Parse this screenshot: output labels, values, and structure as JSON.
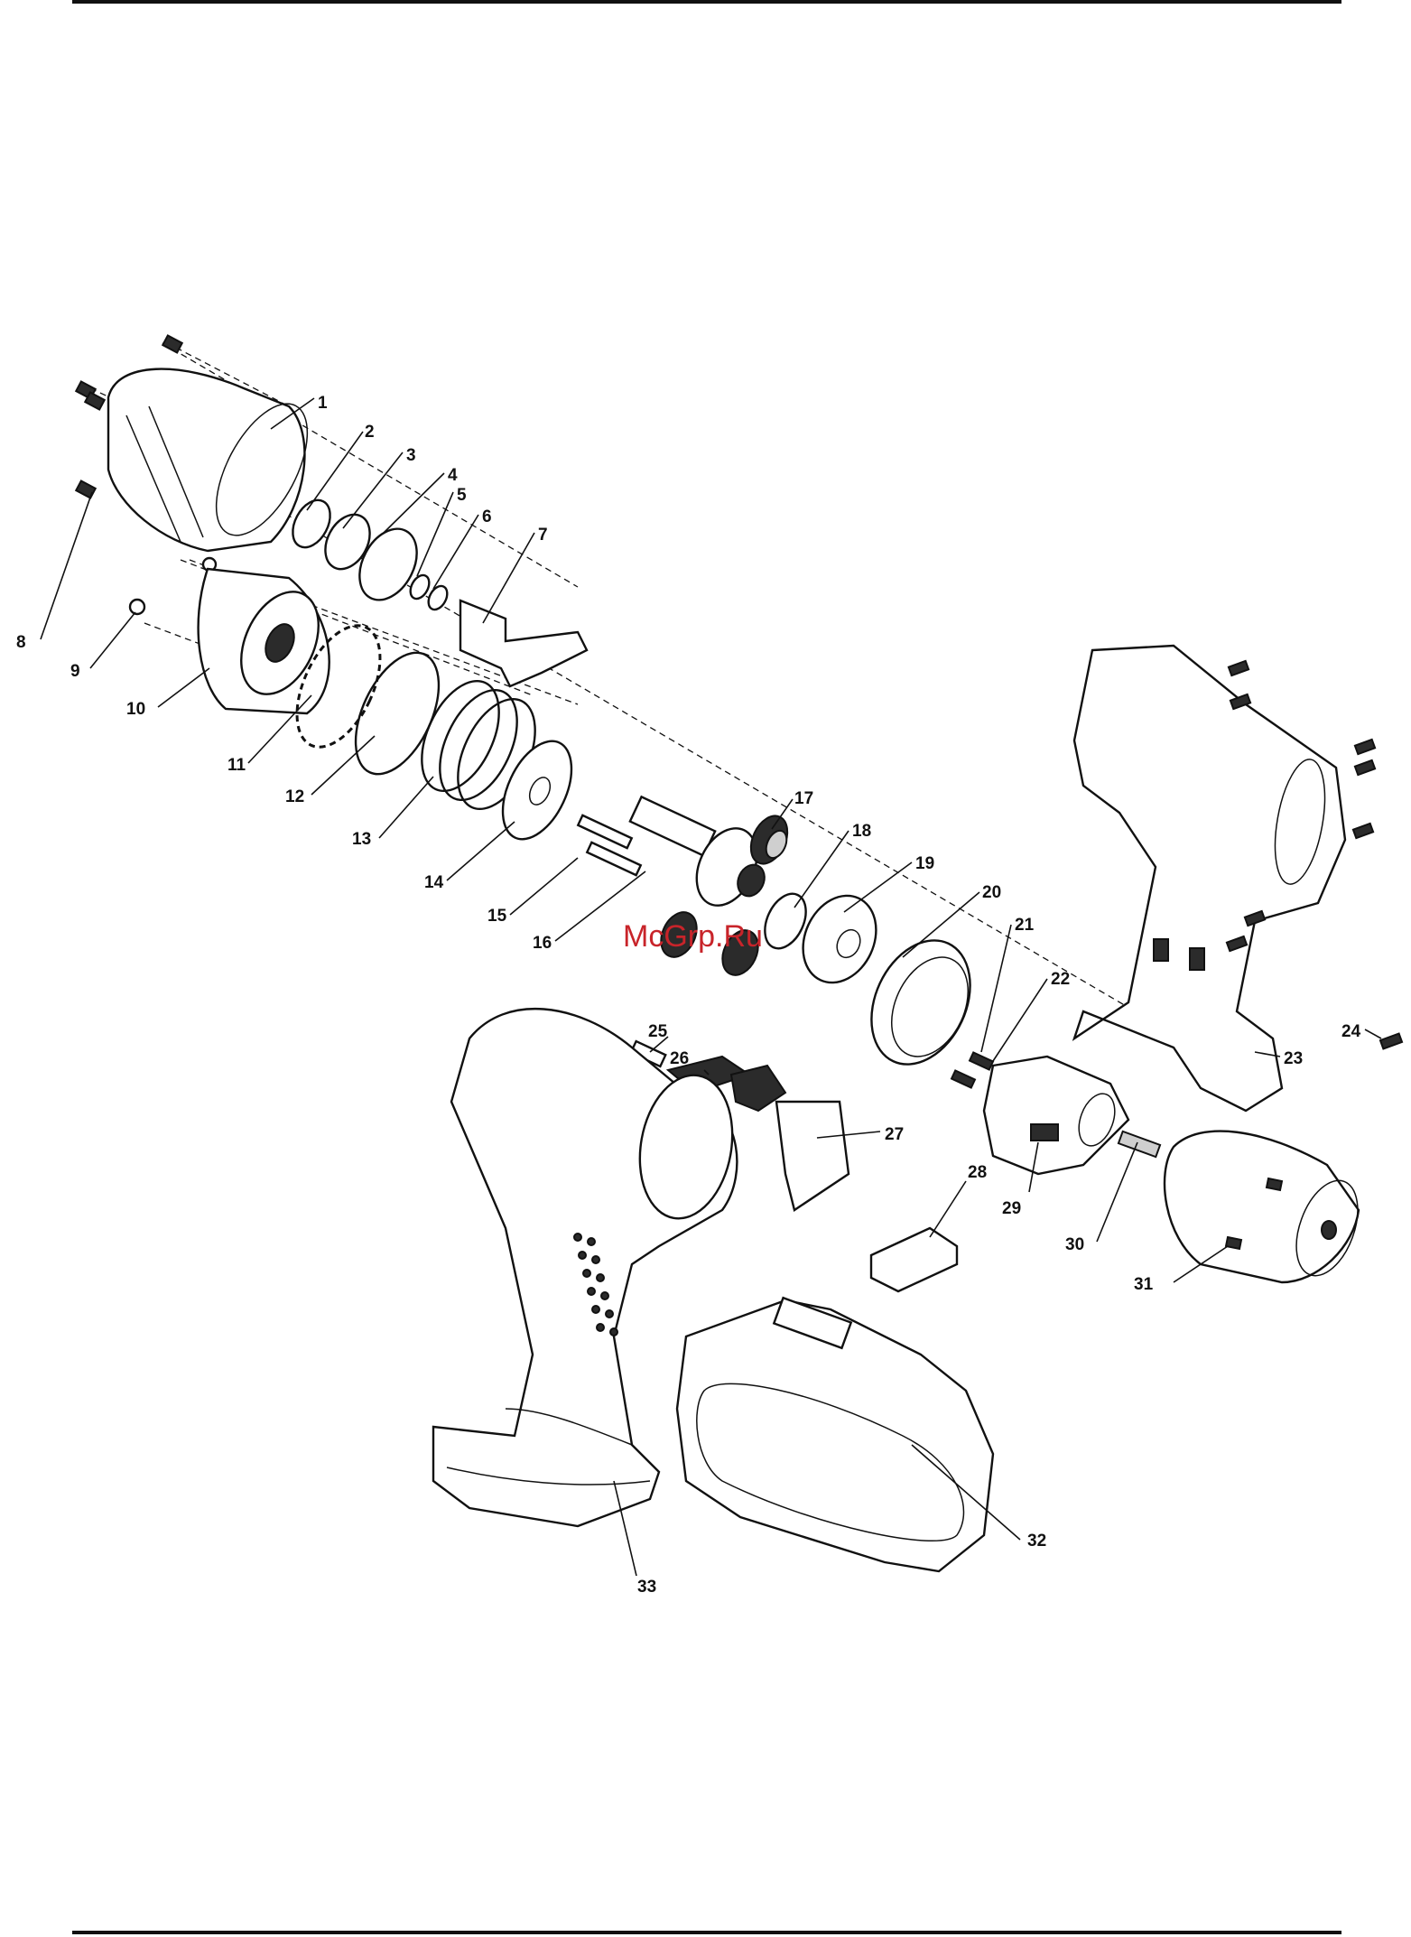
{
  "parts": [
    {
      "num": "1"
    },
    {
      "num": "2"
    },
    {
      "num": "3"
    },
    {
      "num": "4"
    },
    {
      "num": "5"
    },
    {
      "num": "6"
    },
    {
      "num": "7"
    },
    {
      "num": "8"
    },
    {
      "num": "9"
    },
    {
      "num": "10"
    },
    {
      "num": "11"
    },
    {
      "num": "12"
    },
    {
      "num": "13"
    },
    {
      "num": "14"
    },
    {
      "num": "15"
    },
    {
      "num": "16"
    },
    {
      "num": "17"
    },
    {
      "num": "18"
    },
    {
      "num": "19"
    },
    {
      "num": "20"
    },
    {
      "num": "21"
    },
    {
      "num": "22"
    },
    {
      "num": "23"
    },
    {
      "num": "24"
    },
    {
      "num": "25"
    },
    {
      "num": "26"
    },
    {
      "num": "27"
    },
    {
      "num": "28"
    },
    {
      "num": "29"
    },
    {
      "num": "30"
    },
    {
      "num": "31"
    },
    {
      "num": "32"
    },
    {
      "num": "33"
    }
  ],
  "watermark": "McGrp.Ru",
  "colors": {
    "ink": "#111111",
    "watermark": "#c8242a"
  }
}
